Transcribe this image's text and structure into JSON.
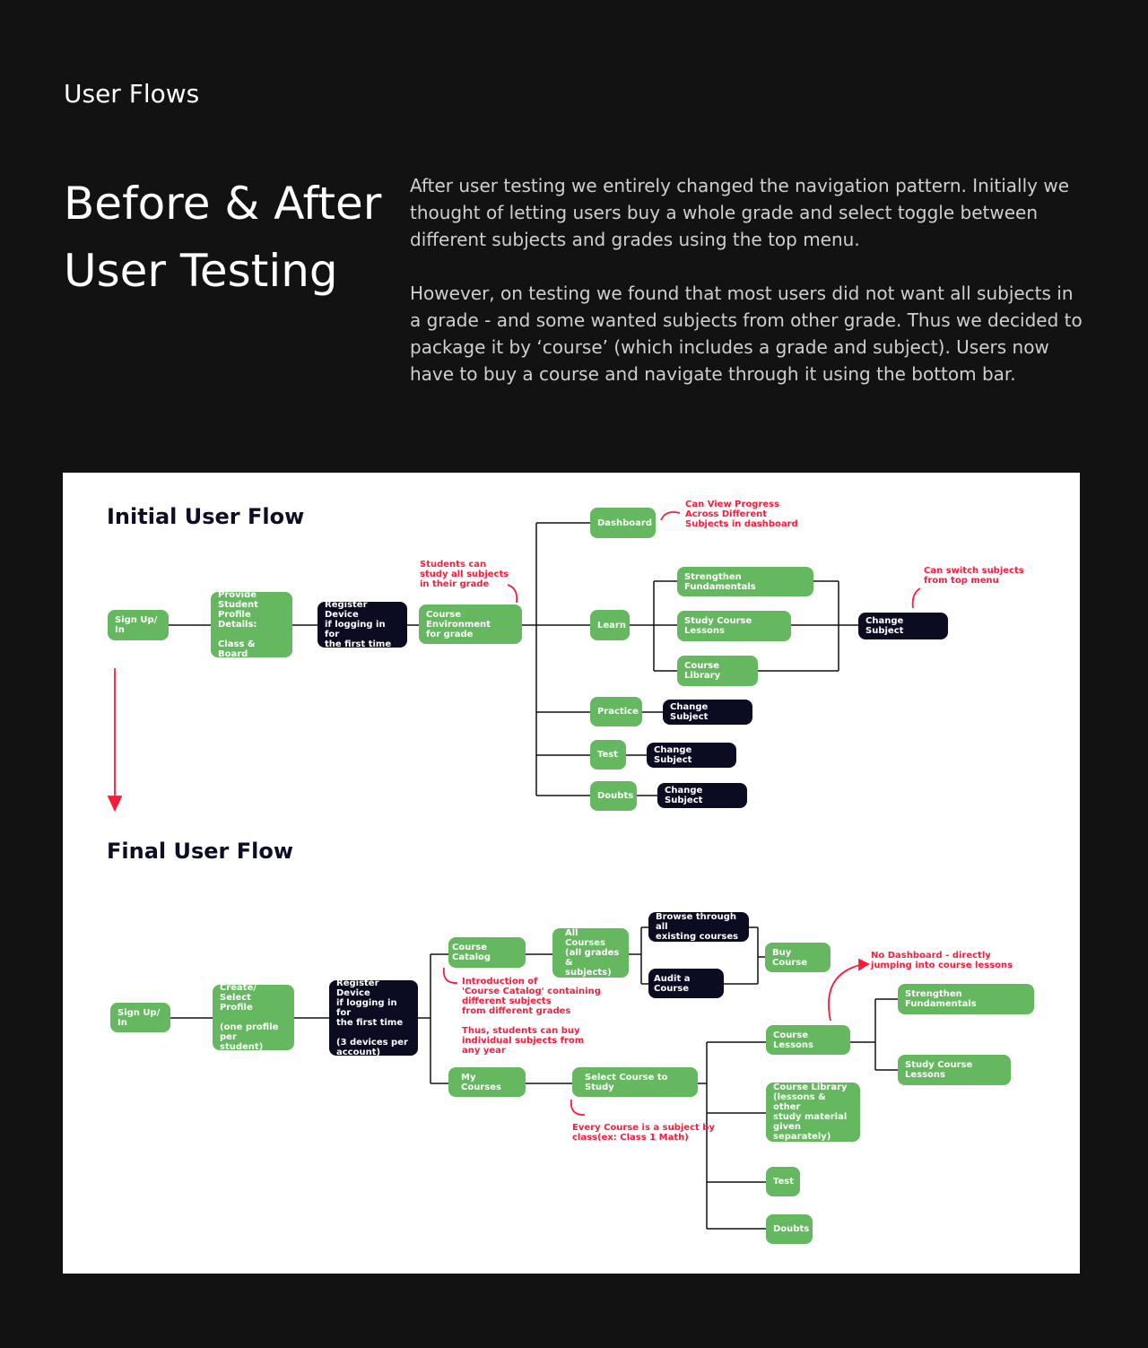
{
  "section_label": "User Flows",
  "headline": "Before & After User Testing",
  "paragraphs": [
    "After user testing we entirely changed the navigation pattern. Initially we thought of letting users buy a whole grade and select toggle between different subjects and grades using the top menu.",
    "However, on testing we found that most users did not want all subjects in a grade - and some wanted subjects from other grade. Thus we decided to package it by  ‘course’ (which includes a grade and subject). Users now have to buy a course and navigate through it using the bottom bar."
  ],
  "initial": {
    "title": "Initial User Flow",
    "nodes": {
      "signup": "Sign Up/ In",
      "profile": "Provide Student\nProfile Details:\n\nClass & Board",
      "register": "Register Device\nif logging in for\nthe first time",
      "environment": "Course Environment\nfor grade",
      "dashboard": "Dashboard",
      "learn": "Learn",
      "strengthen": "Strengthen Fundamentals",
      "study": "Study Course Lessons",
      "library": "Course Library",
      "change_top": "Change Subject",
      "practice": "Practice",
      "practice_change": "Change Subject",
      "test": "Test",
      "test_change": "Change Subject",
      "doubts": "Doubts",
      "doubts_change": "Change Subject"
    },
    "notes": {
      "dashboard": "Can View Progress\nAcross Different\nSubjects in dashboard",
      "grade": "Students can\nstudy all subjects\nin their grade",
      "switch": "Can switch subjects\nfrom top menu"
    }
  },
  "final": {
    "title": "Final User Flow",
    "nodes": {
      "signup": "Sign Up/ In",
      "profile": "Create/ Select\nProfile\n\n(one profile per\nstudent)",
      "register": "Register Device\nif logging in for\nthe first time\n\n(3 devices per\naccount)",
      "catalog": "Course Catalog",
      "all": "All Courses\n(all grades\n& subjects)",
      "browse": "Browse through all\nexisting courses",
      "audit": "Audit a Course",
      "buy": "Buy Course",
      "my": "My Courses",
      "select": "Select Course to Study",
      "lessons": "Course Lessons",
      "library": "Course Library\n(lessons & other\nstudy material\ngiven separately)",
      "test": "Test",
      "doubts": "Doubts",
      "strengthen": "Strengthen Fundamentals",
      "study": "Study Course Lessons"
    },
    "notes": {
      "catalog": "Introduction of\n'Course Catalog' containing\ndifferent subjects\nfrom different grades",
      "buy": "Thus, students can buy\nindividual subjects from\nany year",
      "course": "Every Course is a subject by\nclass(ex: Class 1 Math)",
      "nodash": "No Dashboard - directly\njumping into course lessons"
    }
  },
  "colors": {
    "green": "#65b85f",
    "dark": "#0b0b22",
    "red": "#ff1a3c"
  }
}
